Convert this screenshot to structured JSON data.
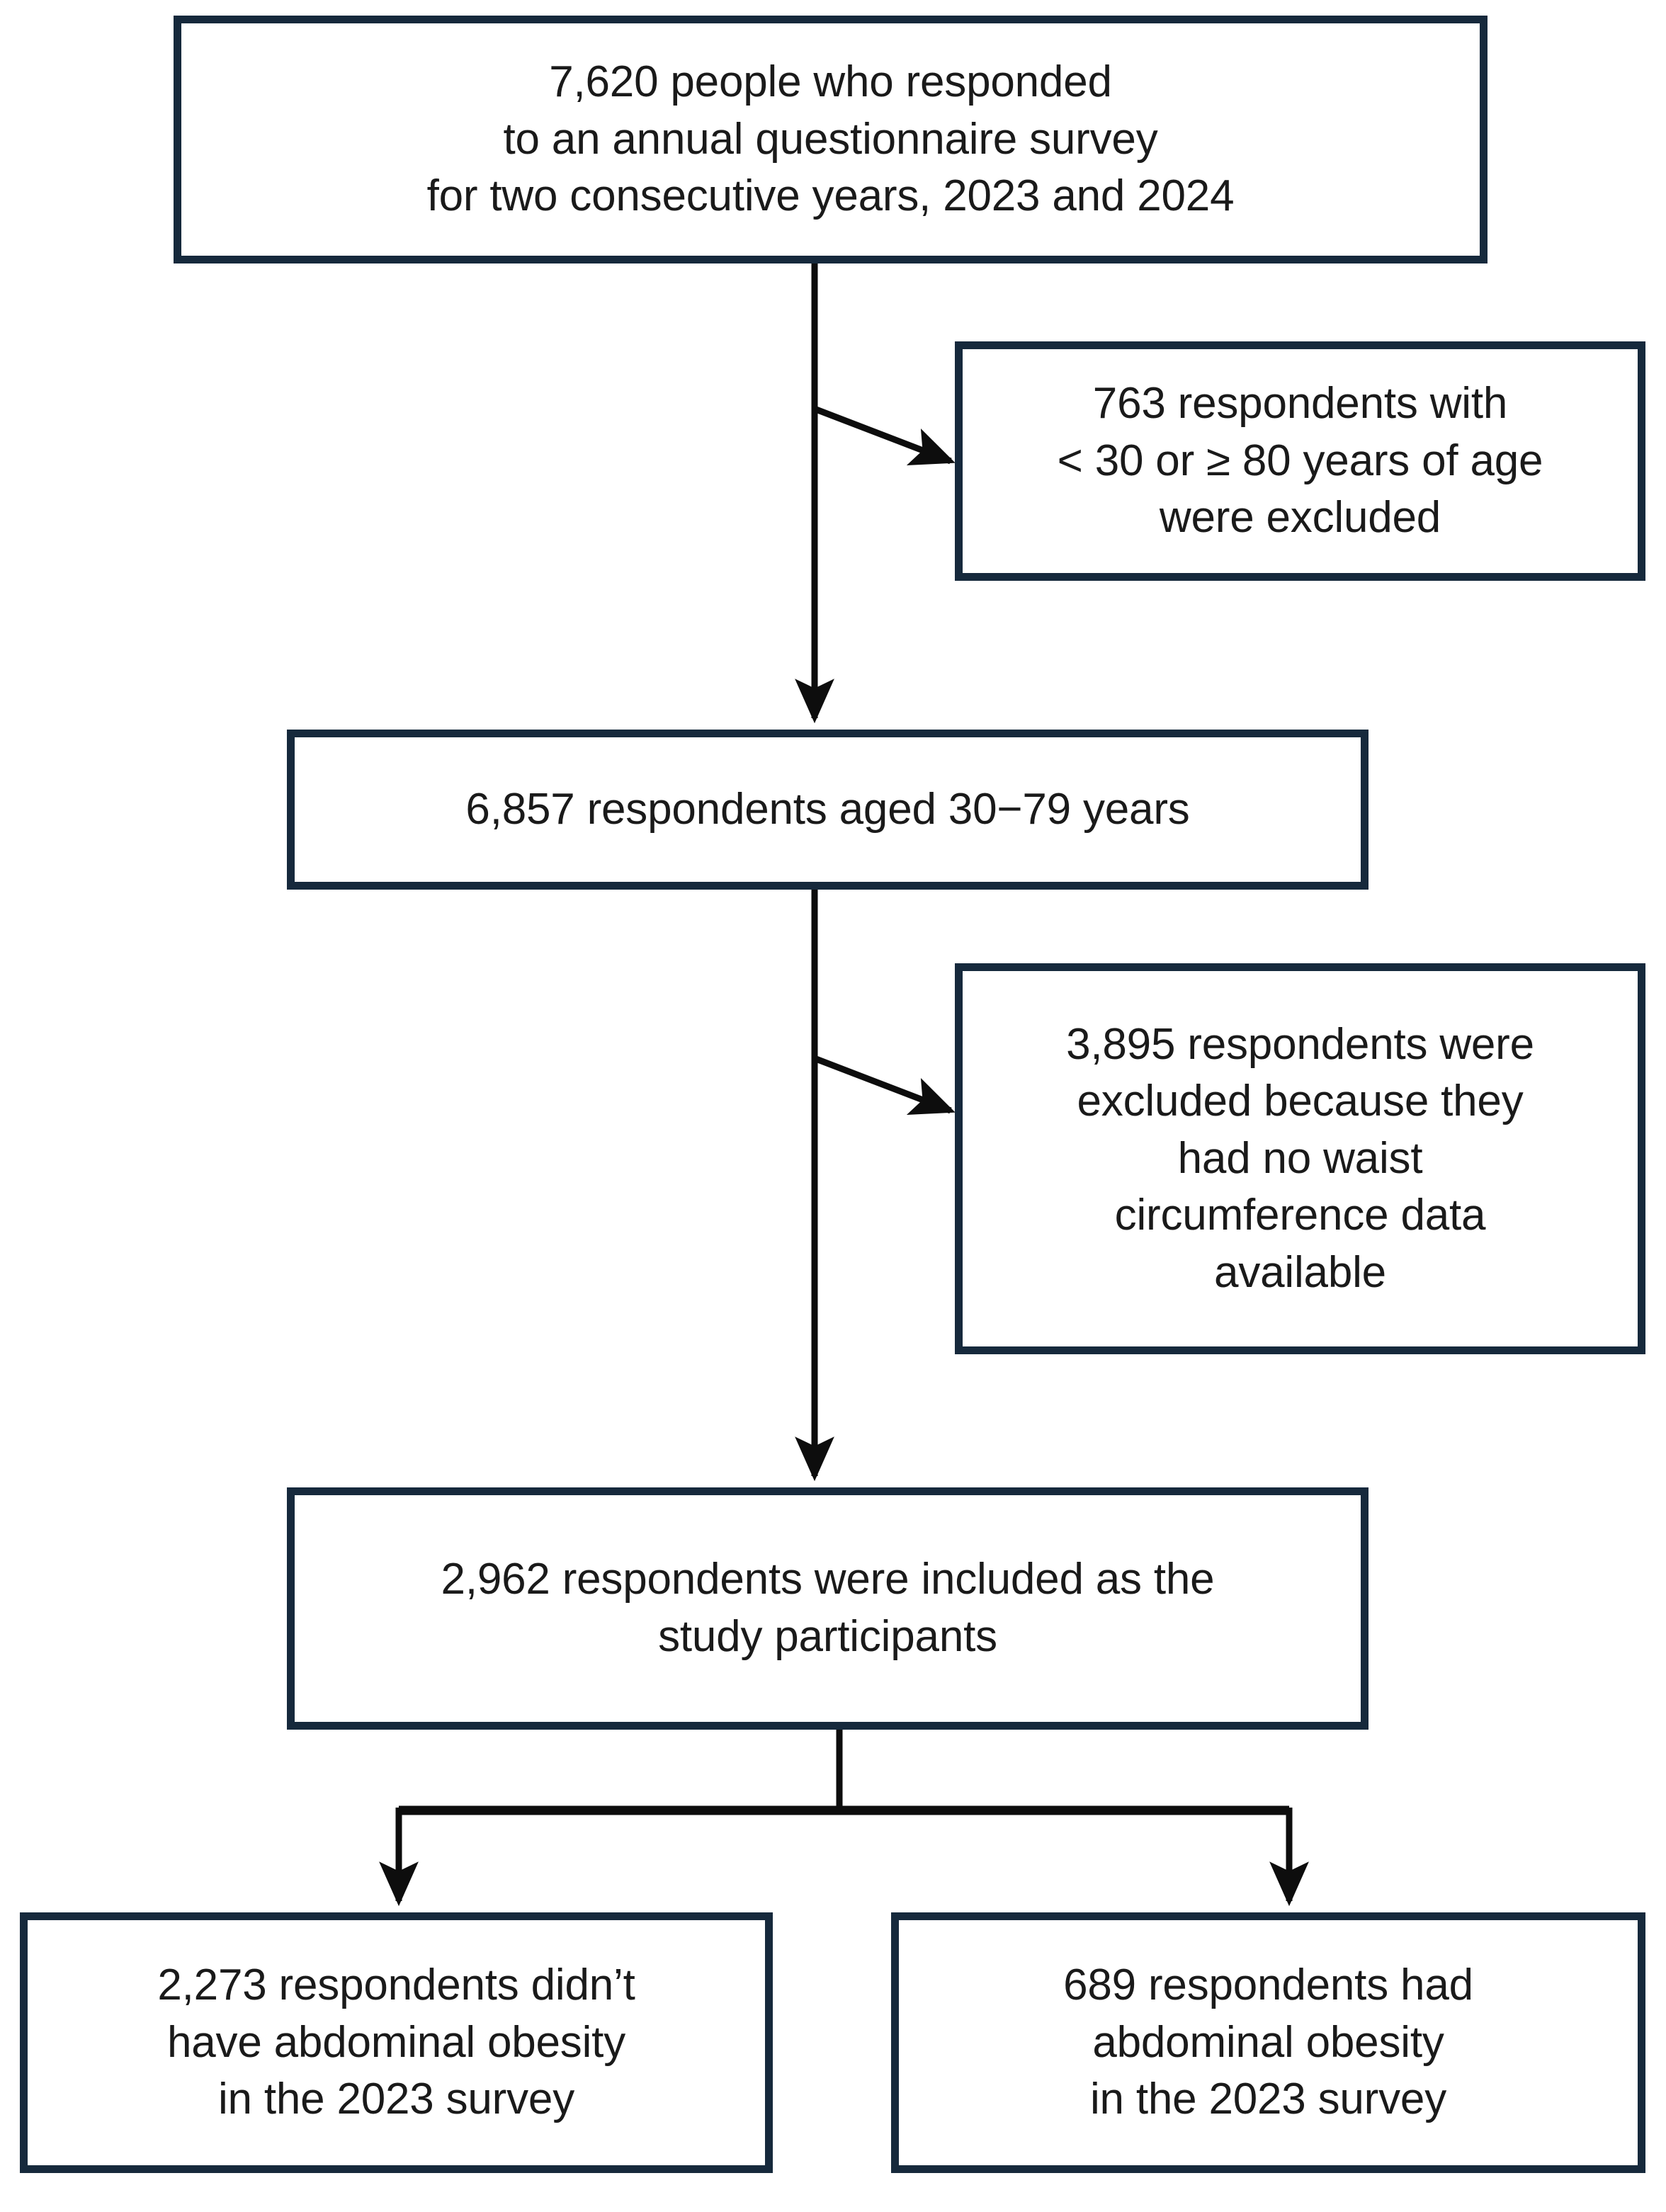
{
  "diagram": {
    "type": "study-participant-flowchart",
    "accent_color": "#16293c",
    "text_color": "#1a1a1a",
    "background_color": "#ffffff",
    "nodes": {
      "source": {
        "label": "7,620 people who responded\nto an annual questionnaire survey\nfor two consecutive years, 2023 and 2024",
        "count": 7620
      },
      "excluded_age": {
        "label": "763 respondents with\n< 30 or ≥ 80 years of age\nwere excluded",
        "count": 763
      },
      "aged_30_79": {
        "label": "6,857 respondents aged 30−79 years",
        "count": 6857
      },
      "excluded_waist": {
        "label": "3,895 respondents were\nexcluded because they\nhad no waist\ncircumference data\navailable",
        "count": 3895
      },
      "included": {
        "label": "2,962 respondents were included as the\nstudy participants",
        "count": 2962
      },
      "no_abdominal_obesity": {
        "label": "2,273 respondents didn’t\nhave abdominal obesity\nin the 2023 survey",
        "count": 2273
      },
      "abdominal_obesity": {
        "label": "689 respondents had\nabdominal obesity\nin the 2023 survey",
        "count": 689
      }
    },
    "edges": [
      {
        "from": "source",
        "to": "aged_30_79",
        "style": "vertical-arrow"
      },
      {
        "from": "source",
        "to": "excluded_age",
        "style": "diagonal-arrow"
      },
      {
        "from": "aged_30_79",
        "to": "included",
        "style": "vertical-arrow"
      },
      {
        "from": "aged_30_79",
        "to": "excluded_waist",
        "style": "diagonal-arrow"
      },
      {
        "from": "included",
        "to": "no_abdominal_obesity",
        "style": "split-arrow-left"
      },
      {
        "from": "included",
        "to": "abdominal_obesity",
        "style": "split-arrow-right"
      }
    ]
  }
}
